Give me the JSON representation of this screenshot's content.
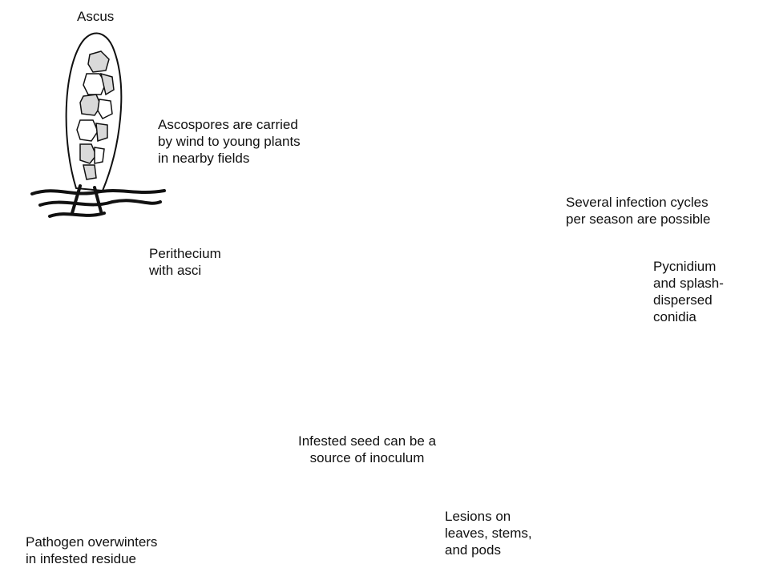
{
  "labels": {
    "ascus": "Ascus",
    "ascospores": [
      "Ascospores are carried",
      "by wind to young plants",
      "in nearby fields"
    ],
    "infection_cycles": [
      "Several infection cycles",
      "per season are possible"
    ],
    "perithecium": [
      "Perithecium",
      "with asci"
    ],
    "pycnidium": [
      "Pycnidium",
      "and splash-",
      "dispersed",
      "conidia"
    ],
    "infested_seed": [
      "Infested seed can be a",
      "source of inoculum"
    ],
    "lesions": [
      "Lesions  on",
      "leaves, stems,",
      "and pods"
    ],
    "overwinters": [
      "Pathogen overwinters",
      "in infested residue"
    ]
  },
  "colors": {
    "line": "#111111",
    "lesion": "#8a8a8a",
    "spore_fill": "#d9d9d9",
    "background": "#ffffff"
  }
}
